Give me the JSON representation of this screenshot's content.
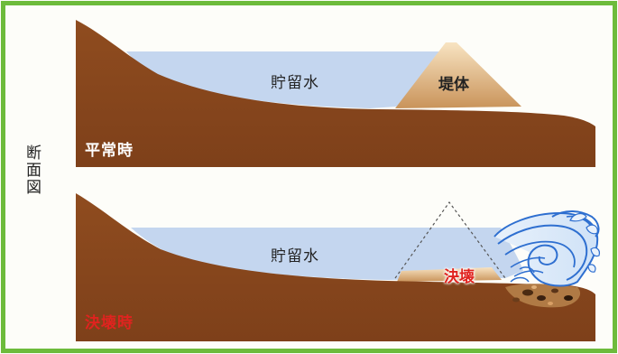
{
  "side_label": "断面図",
  "panels": {
    "normal": {
      "condition_label": "平常時",
      "condition_color": "#ffffff",
      "water_label": "貯留水",
      "dam_label": "堤体"
    },
    "breach": {
      "condition_label": "決壊時",
      "condition_color": "#e0231f",
      "water_label": "貯留水",
      "breach_label": "決壊"
    }
  },
  "colors": {
    "frame": "#6dbb3c",
    "soil": "#8b4a1e",
    "water": "#c4d6ef",
    "dam_light": "#f4dcb4",
    "dam_dark": "#c08a52",
    "wave": "#2e6fd0"
  }
}
